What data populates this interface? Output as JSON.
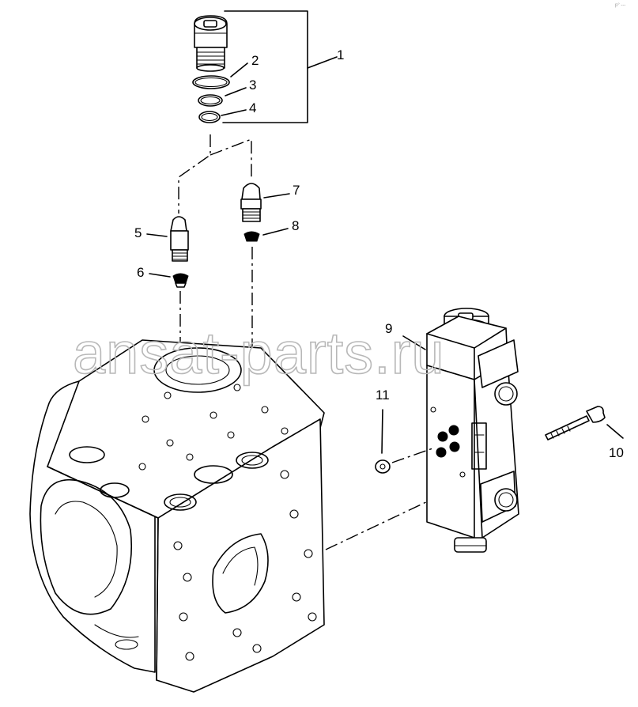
{
  "watermark": "ansat-parts.ru",
  "corner_mark": "p° ---",
  "callouts": [
    {
      "id": "callout-1",
      "label": "1"
    },
    {
      "id": "callout-2",
      "label": "2"
    },
    {
      "id": "callout-3",
      "label": "3"
    },
    {
      "id": "callout-4",
      "label": "4"
    },
    {
      "id": "callout-5",
      "label": "5"
    },
    {
      "id": "callout-6",
      "label": "6"
    },
    {
      "id": "callout-7",
      "label": "7"
    },
    {
      "id": "callout-8",
      "label": "8"
    },
    {
      "id": "callout-9",
      "label": "9"
    },
    {
      "id": "callout-10",
      "label": "10"
    },
    {
      "id": "callout-11",
      "label": "11"
    }
  ]
}
